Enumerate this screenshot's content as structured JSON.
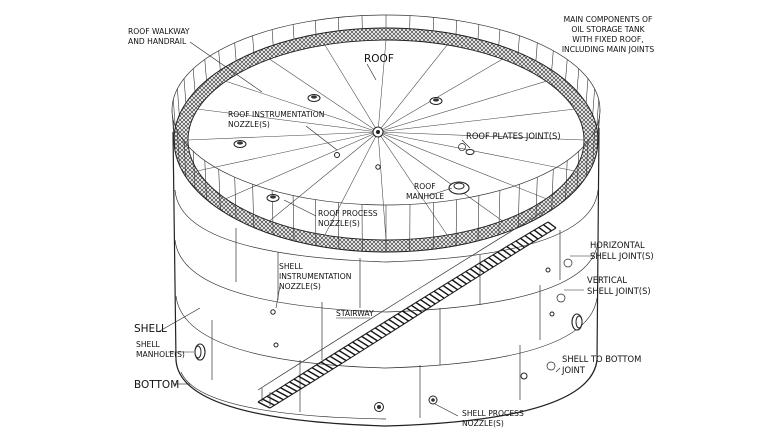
{
  "title_lines": [
    "MAIN COMPONENTS OF",
    "OIL STORAGE TANK",
    "WITH FIXED ROOF,",
    "INCLUDING MAIN JOINTS"
  ],
  "labels": {
    "roof_walkway": [
      "ROOF WALKWAY",
      "AND HANDRAIL"
    ],
    "roof": "ROOF",
    "roof_instrumentation": [
      "ROOF INSTRUMENTATION",
      "NOZZLE(S)"
    ],
    "roof_plates_joint": "ROOF PLATES JOINT(S)",
    "roof_manhole": [
      "ROOF",
      "MANHOLE"
    ],
    "roof_process": [
      "ROOF PROCESS",
      "NOZZLE(S)"
    ],
    "shell_instrumentation": [
      "SHELL",
      "INSTRUMENTATION",
      "NOZZLE(S)"
    ],
    "horizontal_joint": [
      "HORIZONTAL",
      "SHELL  JOINT(S)"
    ],
    "vertical_joint": [
      "VERTICAL",
      "SHELL  JOINT(S)"
    ],
    "shell": "SHELL",
    "shell_manhole": [
      "SHELL",
      "MANHOLE(S)"
    ],
    "stairway": "STAIRWAY",
    "bottom": "BOTTOM",
    "shell_to_bottom": [
      "SHELL TO BOTTOM",
      "JOINT"
    ],
    "shell_process": [
      "SHELL PROCESS",
      "NOZZLE(S)"
    ]
  }
}
